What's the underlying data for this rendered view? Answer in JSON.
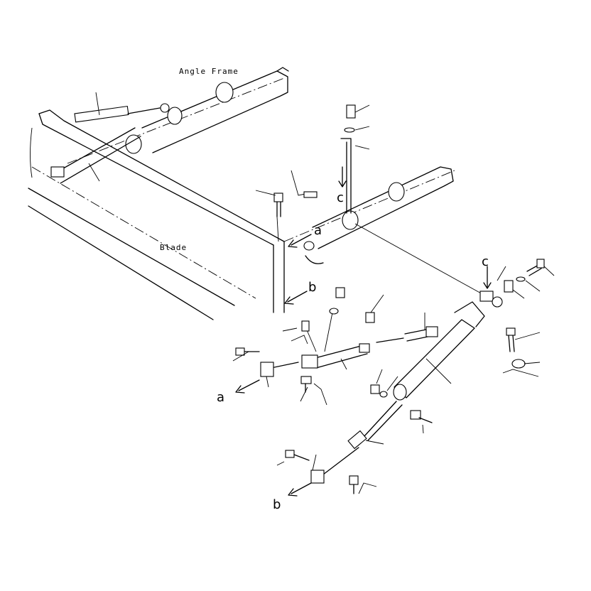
{
  "labels": {
    "angle_frame": "Angle Frame",
    "blade": "Blade",
    "ref_a": "a",
    "ref_b": "b",
    "ref_c": "c"
  },
  "colors": {
    "ink": "#000000",
    "paper": "#ffffff"
  }
}
